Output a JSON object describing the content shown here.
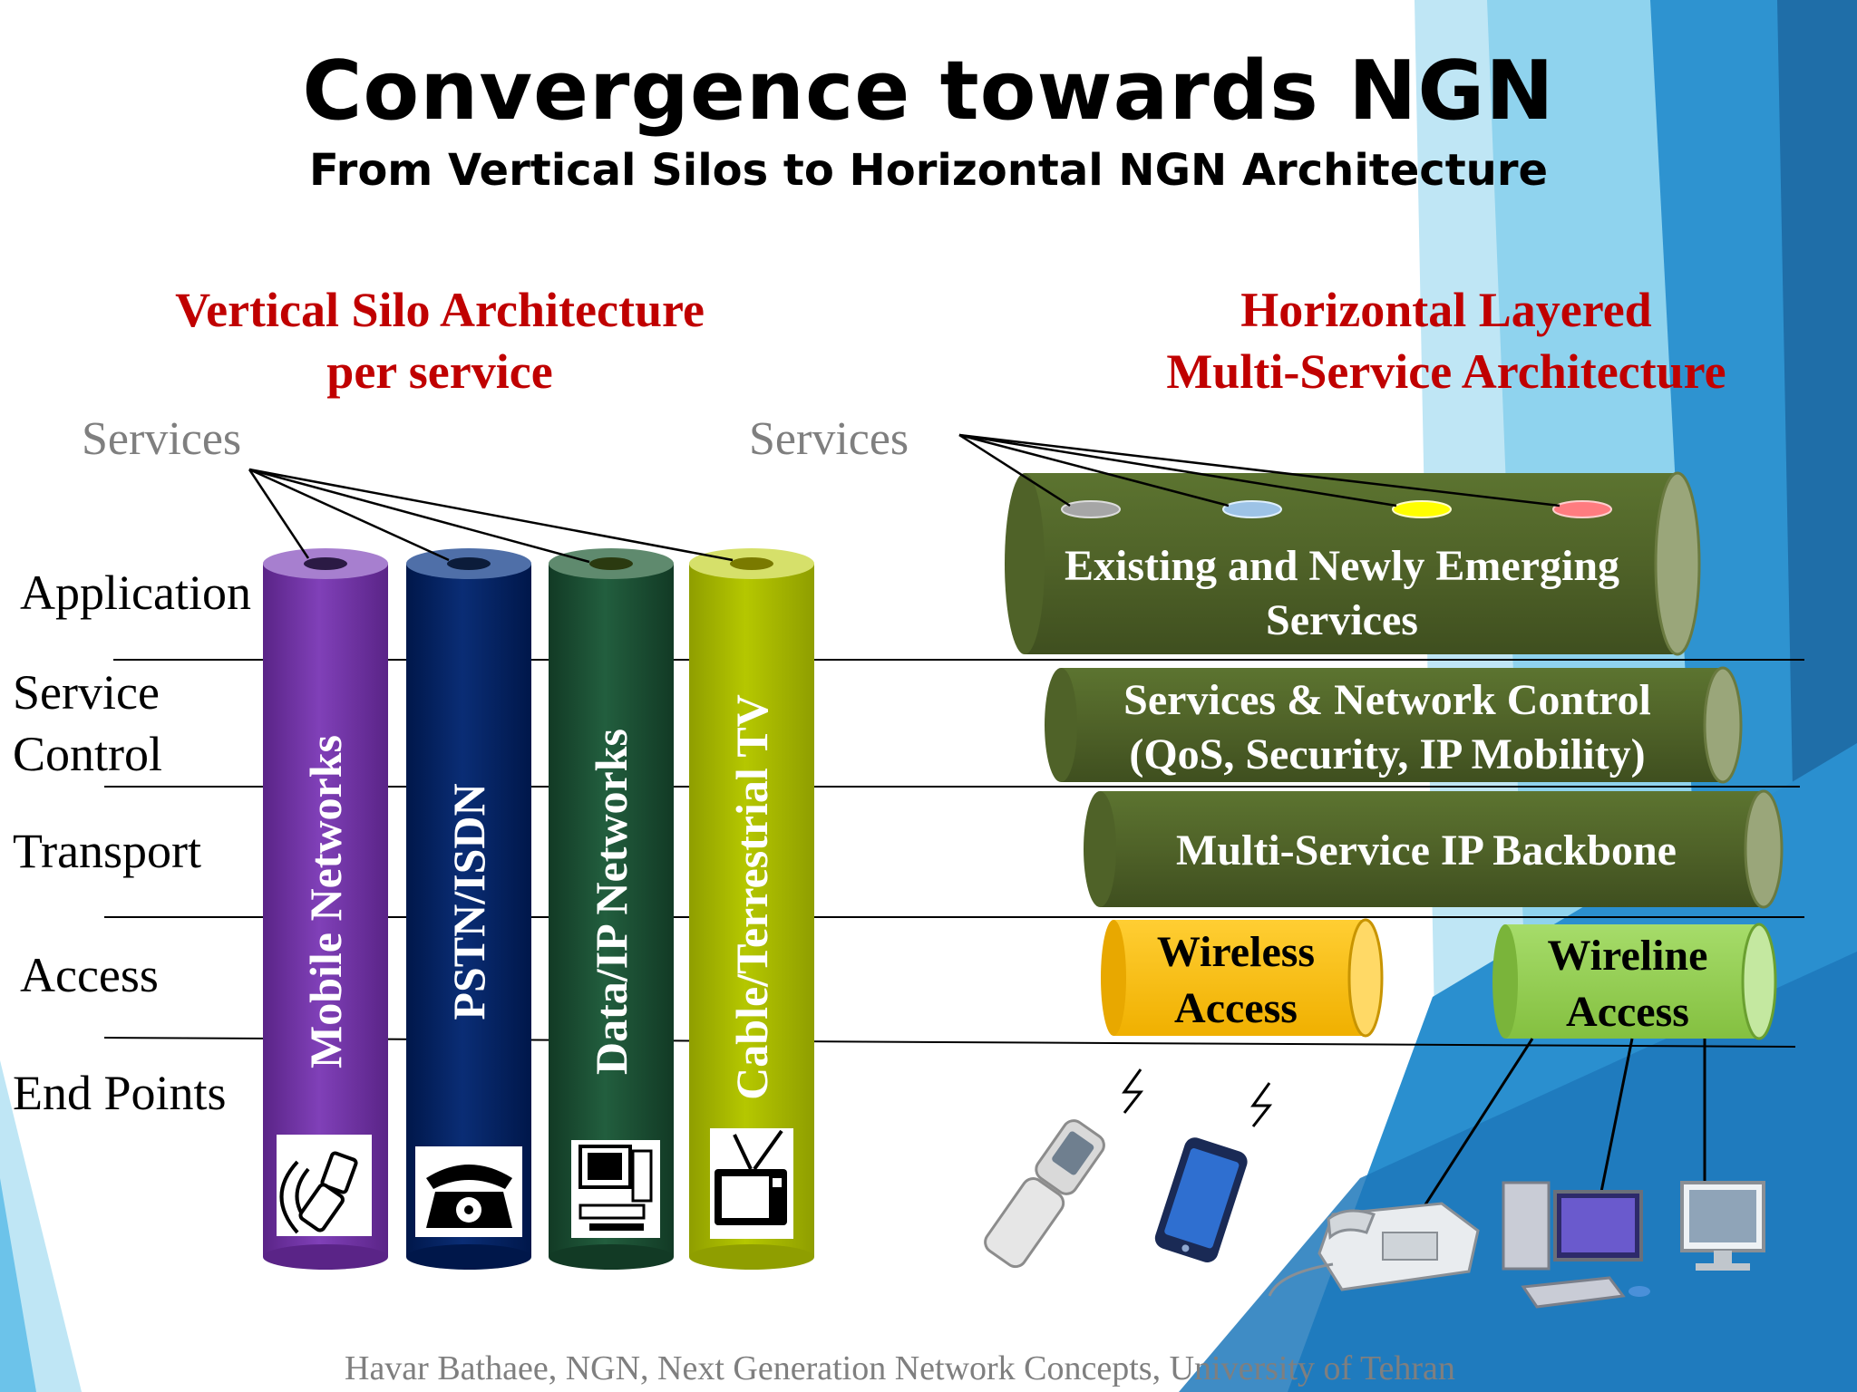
{
  "title": "Convergence towards NGN",
  "subtitle": "From Vertical Silos to Horizontal NGN Architecture",
  "left": {
    "heading_line1": "Vertical Silo Architecture",
    "heading_line2": "per service",
    "services_label": "Services",
    "layers": [
      "Application",
      "Service",
      "Control",
      "Transport",
      "Access",
      "End Points"
    ],
    "silos": [
      "Mobile Networks",
      "PSTN/ISDN",
      "Data/IP Networks",
      "Cable/Terrestrial TV"
    ]
  },
  "right": {
    "heading_line1": "Horizontal Layered",
    "heading_line2": "Multi-Service Architecture",
    "services_label": "Services",
    "services_line1": "Existing and Newly Emerging",
    "services_line2": "Services",
    "control_line1": "Services & Network Control",
    "control_line2": "(QoS, Security, IP Mobility)",
    "backbone": "Multi-Service IP Backbone",
    "wireless_line1": "Wireless",
    "wireless_line2": "Access",
    "wireline_line1": "Wireline",
    "wireline_line2": "Access"
  },
  "footer": "Havar Bathaee, NGN, Next Generation Network Concepts, University of Tehran",
  "colors": {
    "heading_red": "#c00000",
    "silo_mobile": "#7030a0",
    "silo_pstn": "#002060",
    "silo_data": "#1a4d32",
    "silo_cable": "#a4b500",
    "layer_green": "#4f6228",
    "wireless": "#ffc000",
    "wireline": "#92d050",
    "dot_gray": "#a6a6a6",
    "dot_blue": "#9dc3e6",
    "dot_yellow": "#ffff00",
    "dot_red": "#ff7c80"
  }
}
